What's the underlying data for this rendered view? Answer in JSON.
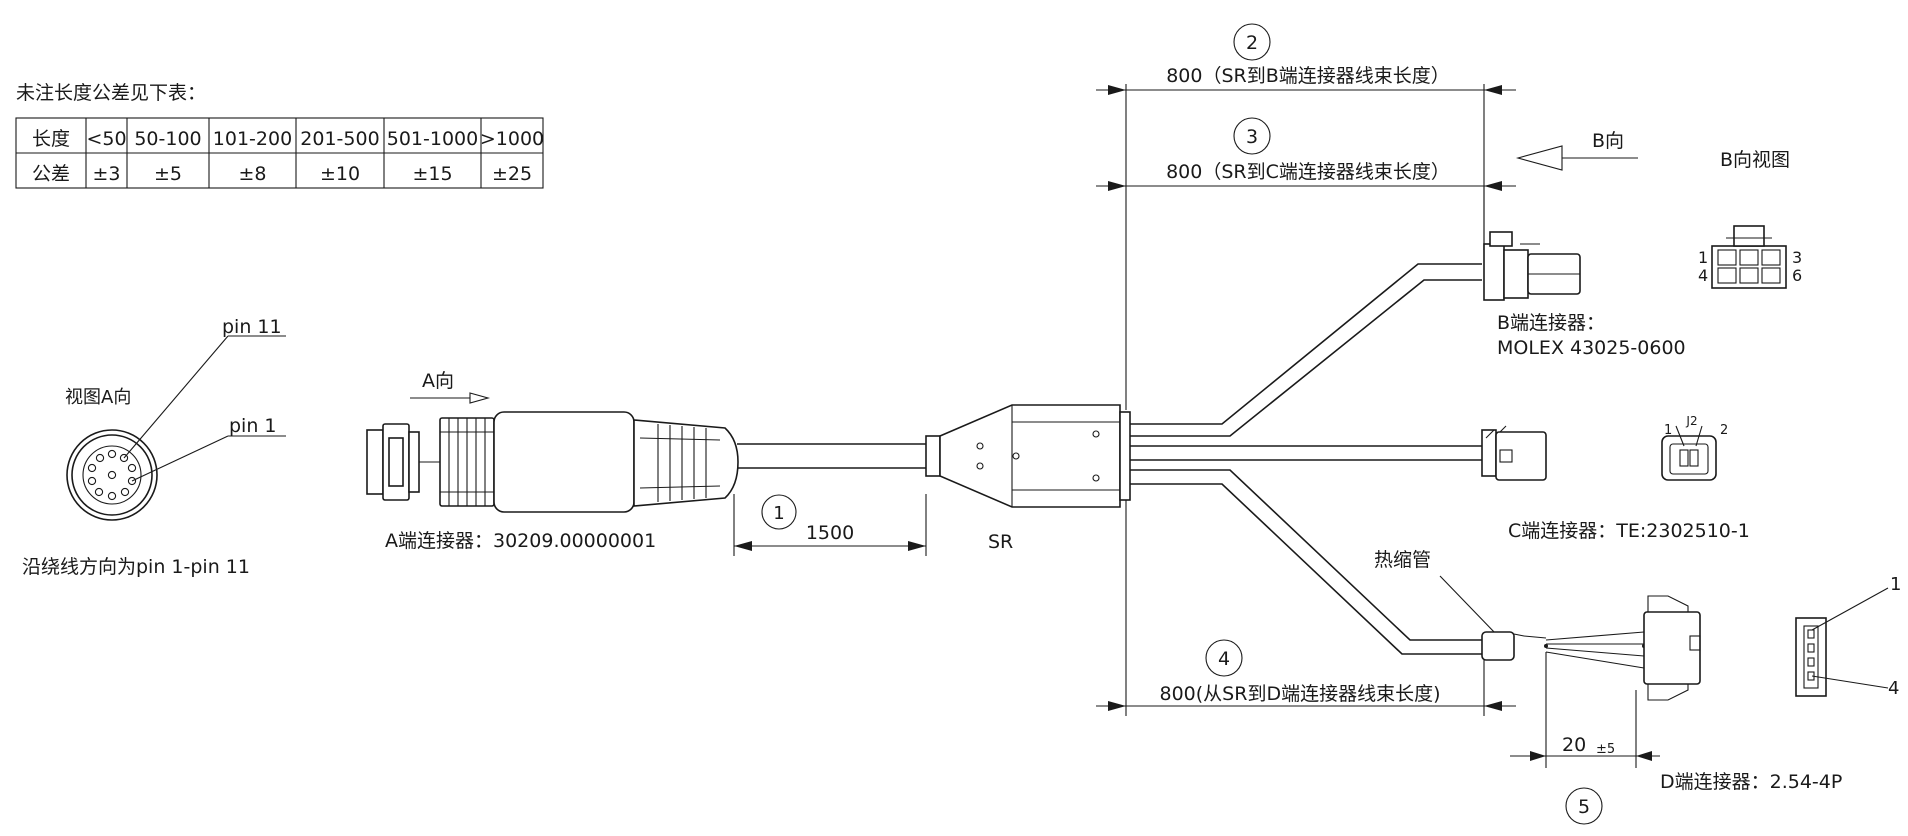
{
  "tolerance": {
    "title": "未注长度公差见下表：",
    "row1_label": "长度",
    "row2_label": "公差",
    "ranges": [
      "<50",
      "50-100",
      "101-200",
      "201-500",
      "501-1000",
      ">1000"
    ],
    "values": [
      "±3",
      "±5",
      "±8",
      "±10",
      "±15",
      "±25"
    ]
  },
  "view_a": {
    "title": "视图A向",
    "pin11": "pin 11",
    "pin1": "pin 1",
    "note": "沿绕线方向为pin 1-pin 11"
  },
  "connector_a": {
    "direction": "A向",
    "label": "A端连接器：30209.00000001"
  },
  "dim1": {
    "circle": "1",
    "value": "1500"
  },
  "splitter": {
    "label": "SR"
  },
  "dim2": {
    "circle": "2",
    "value": "800（SR到B端连接器线束长度）"
  },
  "dim3": {
    "circle": "3",
    "value": "800（SR到C端连接器线束长度）"
  },
  "dim4": {
    "circle": "4",
    "value": "800(从SR到D端连接器线束长度)"
  },
  "dim5": {
    "circle": "5",
    "value": "20",
    "tol": "±5"
  },
  "connector_b": {
    "direction": "B向",
    "view_title": "B向视图",
    "label_line1": "B端连接器：",
    "label_line2": "MOLEX 43025-0600",
    "pins": [
      "1",
      "3",
      "4",
      "6"
    ]
  },
  "connector_c": {
    "label": "C端连接器：TE:2302510-1",
    "ref": "J2",
    "pin_left": "1",
    "pin_right": "2"
  },
  "connector_d": {
    "heat_shrink": "热缩管",
    "label": "D端连接器：2.54-4P",
    "pin_top": "1",
    "pin_bottom": "4"
  }
}
